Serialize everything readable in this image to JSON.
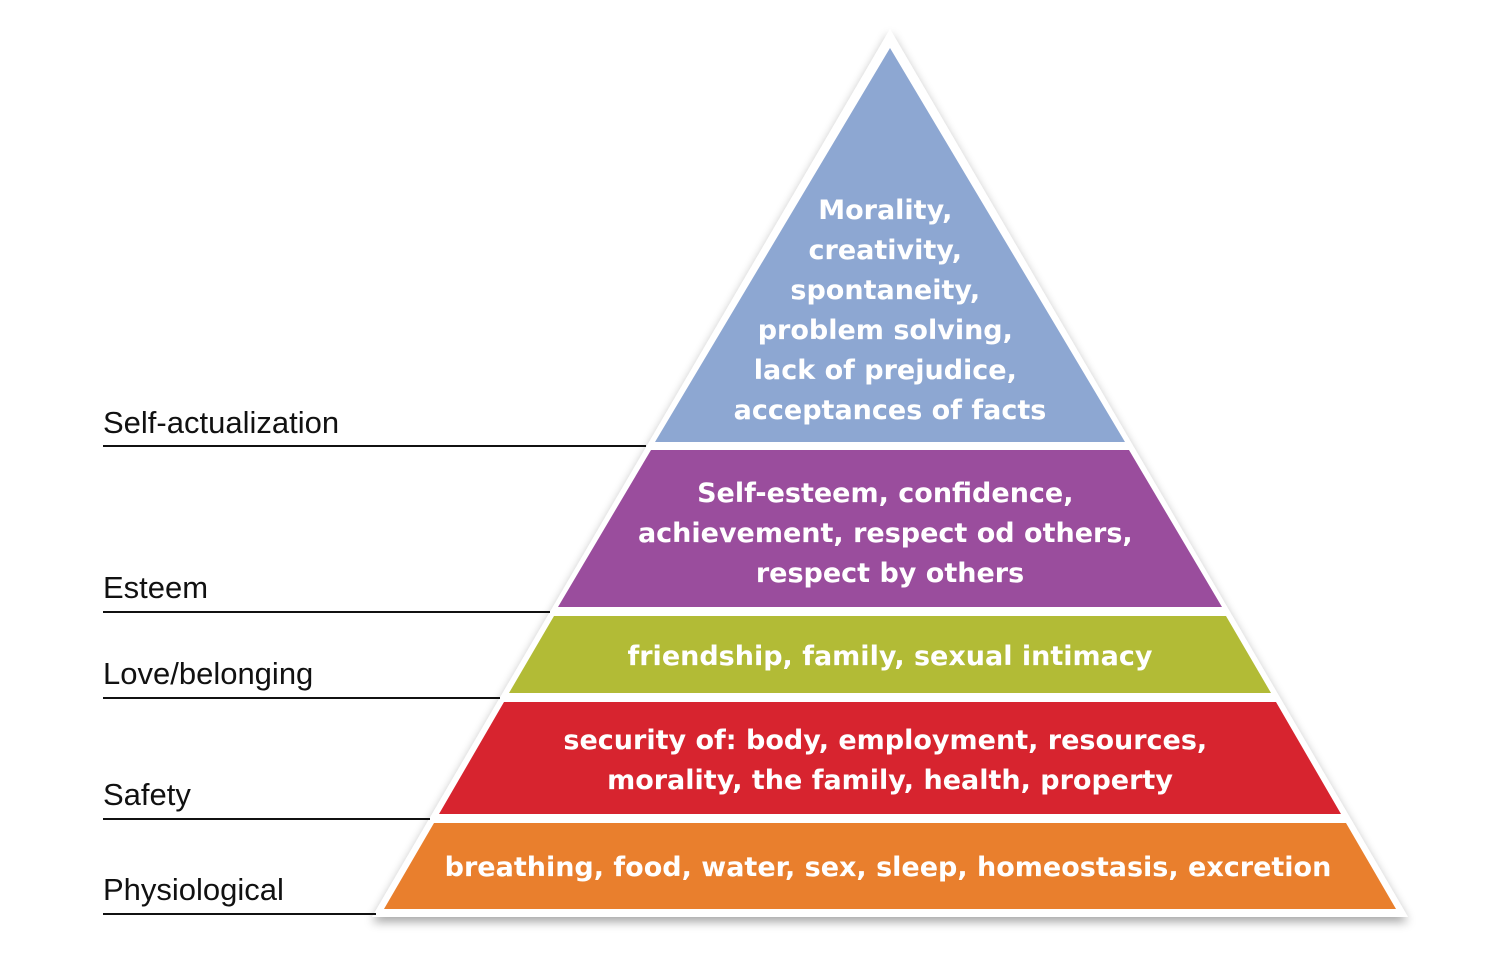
{
  "levels": [
    {
      "name": "Self-actualization",
      "lines": [
        "Morality,",
        "creativity,",
        "spontaneity,",
        "problem solving,",
        "lack of prejudice,",
        "acceptances of facts"
      ],
      "color": "#8da7d2"
    },
    {
      "name": "Esteem",
      "lines": [
        "Self-esteem, confidence,",
        "achievement, respect od others,",
        "respect by others"
      ],
      "color": "#9a4d9d"
    },
    {
      "name": "Love/belonging",
      "lines": [
        "friendship, family, sexual intimacy"
      ],
      "color": "#b2bb36"
    },
    {
      "name": "Safety",
      "lines": [
        "security of: body, employment, resources,",
        "morality, the family, health, property"
      ],
      "color": "#d7242f"
    },
    {
      "name": "Physiological",
      "lines": [
        "breathing, food, water, sex, sleep, homeostasis, excretion"
      ],
      "color": "#e97f2d"
    }
  ]
}
